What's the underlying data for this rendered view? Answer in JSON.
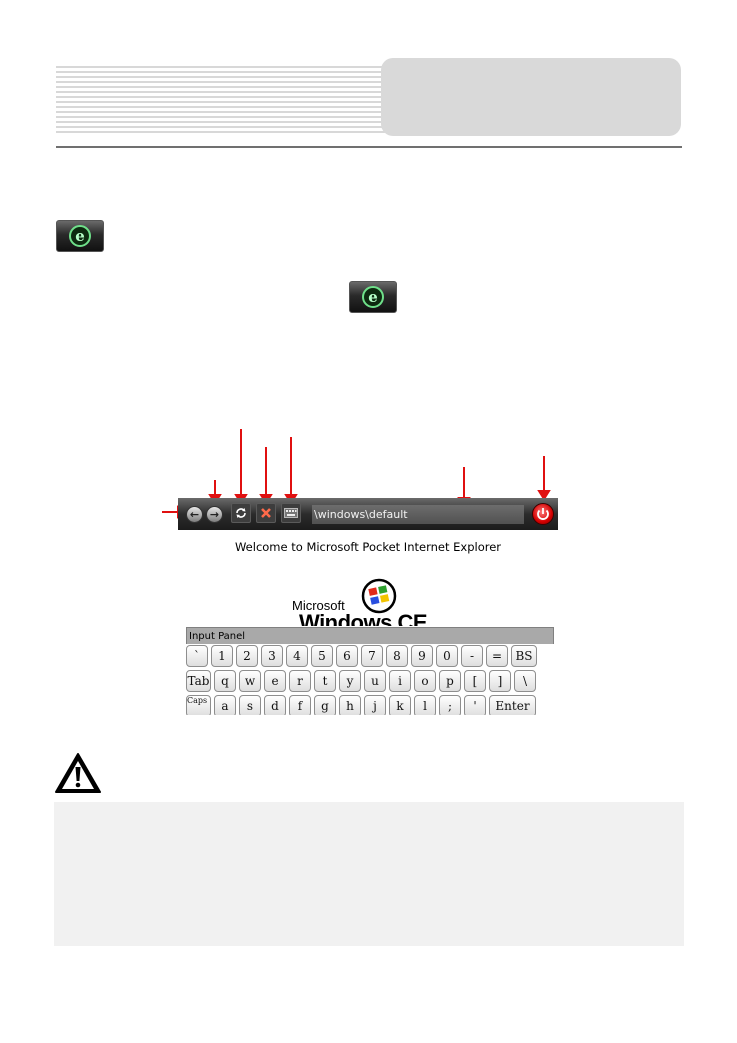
{
  "toolbar": {
    "back_icon": "back-arrow-icon",
    "forward_icon": "forward-arrow-icon",
    "refresh_icon": "refresh-icon",
    "stop_icon": "stop-icon",
    "keyboard_icon": "keyboard-icon",
    "address_value": "\\windows\\default",
    "power_icon": "power-icon"
  },
  "browser": {
    "welcome_text": "Welcome to Microsoft Pocket Internet Explorer"
  },
  "logo": {
    "microsoft_text": "Microsoft",
    "windows_ce_text": "Windows CE"
  },
  "input_panel": {
    "title": "Input Panel",
    "rows": [
      [
        "`",
        "1",
        "2",
        "3",
        "4",
        "5",
        "6",
        "7",
        "8",
        "9",
        "0",
        "-",
        "=",
        "BS"
      ],
      [
        "Tab",
        "q",
        "w",
        "e",
        "r",
        "t",
        "y",
        "u",
        "i",
        "o",
        "p",
        "[",
        "]",
        "\\"
      ],
      [
        "Caps Lock",
        "a",
        "s",
        "d",
        "f",
        "g",
        "h",
        "j",
        "k",
        "l",
        ";",
        "'",
        "Enter"
      ]
    ]
  },
  "colors": {
    "annotation_arrow": "#e01010",
    "header_box": "#d9d9d9",
    "note_background": "#f1f1f1"
  }
}
